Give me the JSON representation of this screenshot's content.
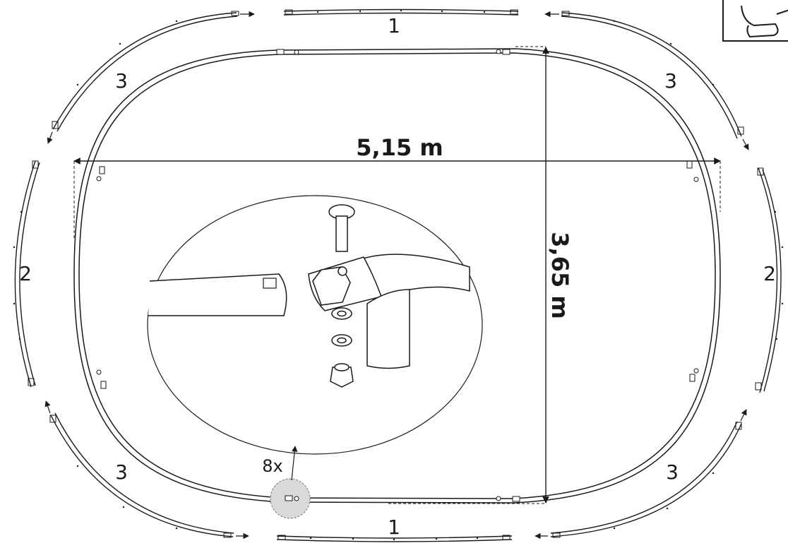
{
  "diagram": {
    "width_label": "5,15 m",
    "height_label": "3,65 m",
    "quantity_label": "8x",
    "segment_labels": {
      "top": "1",
      "bottom": "1",
      "left": "2",
      "right": "2",
      "top_left": "3",
      "top_right": "3",
      "bottom_left": "3",
      "bottom_right": "3"
    }
  },
  "colors": {
    "line": "#1a1a1a",
    "highlight": "#d9d9d9"
  }
}
